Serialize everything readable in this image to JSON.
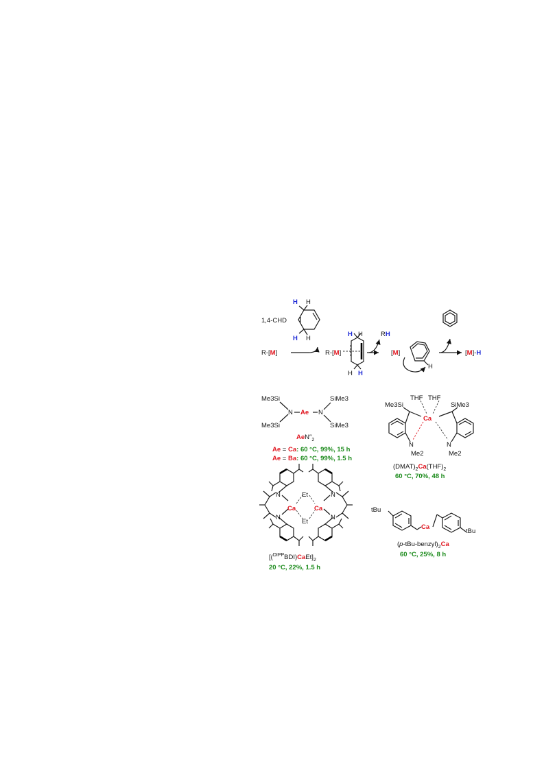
{
  "colors": {
    "metal_red": "#e0141e",
    "hydrogen_blue": "#1e2ad6",
    "conditions_green": "#1a8a1a"
  },
  "scheme": {
    "chd_label": "1,4-CHD",
    "h_blue": "H",
    "h_black": "H",
    "reagent_r": "R-[",
    "metal_m": "M",
    "bracket_close": "]",
    "intermediate_r": "R-[",
    "rh_r": "R",
    "rh_h": "H",
    "hydride_open": "[",
    "hydride_close": "]-",
    "hydride_h": "H"
  },
  "compounds": {
    "aen2": {
      "me3si_top": "Me3Si",
      "me3si_bot": "Me3Si",
      "sime3_top": "SiMe3",
      "sime3_bot": "SiMe3",
      "n": "N",
      "ae": "Ae",
      "name_ae": "Ae",
      "name_rest": "N″",
      "name_sub": "2",
      "row1_metal": "Ae",
      "row1_eq": " = ",
      "row1_el": "Ca",
      "row1_cond": ": 60 °C, 99%, 15 h",
      "row2_metal": "Ae",
      "row2_eq": " = ",
      "row2_el": "Ba",
      "row2_cond": ": 60 °C, 99%, 1.5 h"
    },
    "dmat": {
      "thf": "THF",
      "me3si": "Me3Si",
      "sime3": "SiMe3",
      "ca": "Ca",
      "n": "N",
      "me2": "Me2",
      "name_a": "(DMAT)",
      "name_sub": "2",
      "name_ca": "Ca",
      "name_b": "(THF)",
      "name_sub2": "2",
      "cond": "60 °C, 70%, 48 h"
    },
    "bdi": {
      "et": "Et",
      "ca": "Ca",
      "n": "N",
      "name_a": "[(",
      "name_sup": "DIPP",
      "name_b": "BDI)",
      "name_ca": "Ca",
      "name_c": "Et]",
      "name_sub": "2",
      "cond": "20 °C, 22%, 1.5 h"
    },
    "benzyl": {
      "tbu": "tBu",
      "ca": "Ca",
      "name_a": "(",
      "name_p": "p",
      "name_b": "-tBu-benzyl)",
      "name_sub": "2",
      "name_ca": "Ca",
      "cond": "60 °C, 25%, 8 h"
    }
  }
}
